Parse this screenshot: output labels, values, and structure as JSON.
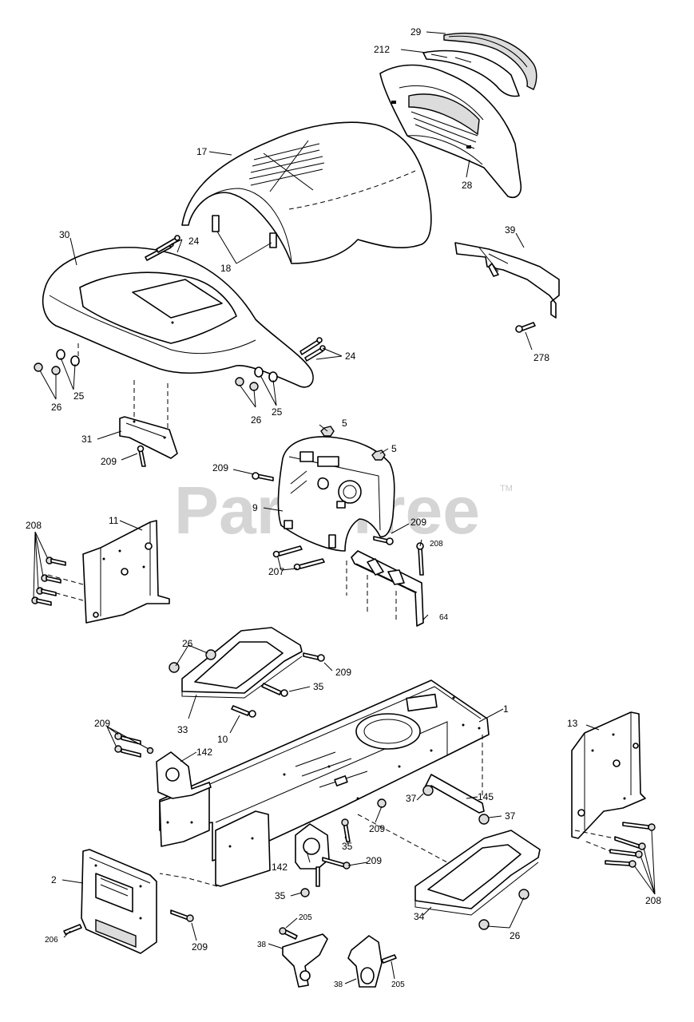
{
  "watermark": {
    "text": "PartsTree",
    "trademark": "TM"
  },
  "callouts": {
    "c29": "29",
    "c212": "212",
    "c17": "17",
    "c28": "28",
    "c30": "30",
    "c24a": "24",
    "c18": "18",
    "c39": "39",
    "c24b": "24",
    "c278": "278",
    "c25a": "25",
    "c26a": "26",
    "c26b": "26",
    "c25b": "25",
    "c5a": "5",
    "c5b": "5",
    "c31": "31",
    "c209a": "209",
    "c209b": "209",
    "c9": "9",
    "c11": "11",
    "c208a": "208",
    "c209c": "209",
    "c208b": "208",
    "c207": "207",
    "c64": "64",
    "c26c": "26",
    "c209d": "209",
    "c35a": "35",
    "c33": "33",
    "c10": "10",
    "c1": "1",
    "c13": "13",
    "c209e": "209",
    "c142a": "142",
    "c145": "145",
    "c37a": "37",
    "c37b": "37",
    "c209f": "209",
    "c35b": "35",
    "c142b": "142",
    "c209g": "209",
    "c208c": "208",
    "c2": "2",
    "c35c": "35",
    "c34": "34",
    "c26d": "26",
    "c206": "206",
    "c209h": "209",
    "c205a": "205",
    "c38a": "38",
    "c38b": "38",
    "c205b": "205"
  }
}
